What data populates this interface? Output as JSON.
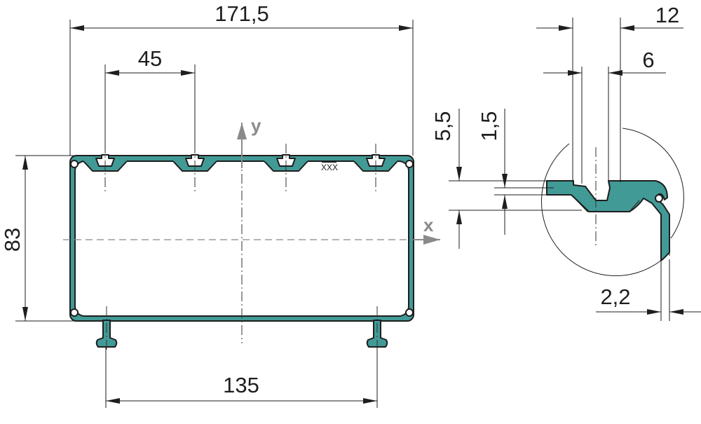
{
  "dimensions": {
    "overall_width": "171,5",
    "slot_pitch": "45",
    "height": "83",
    "foot_spacing": "135",
    "detail_slot_width_outer": "12",
    "detail_slot_width_inner": "6",
    "detail_slot_depth": "5,5",
    "detail_wall_top": "1,5",
    "detail_wall_thickness": "2,2"
  },
  "axes": {
    "x": "x",
    "y": "y"
  },
  "marking": "XXX",
  "colors": {
    "profile": "#419a96",
    "line": "#1e1e1e",
    "axis": "#8a8a8a"
  }
}
